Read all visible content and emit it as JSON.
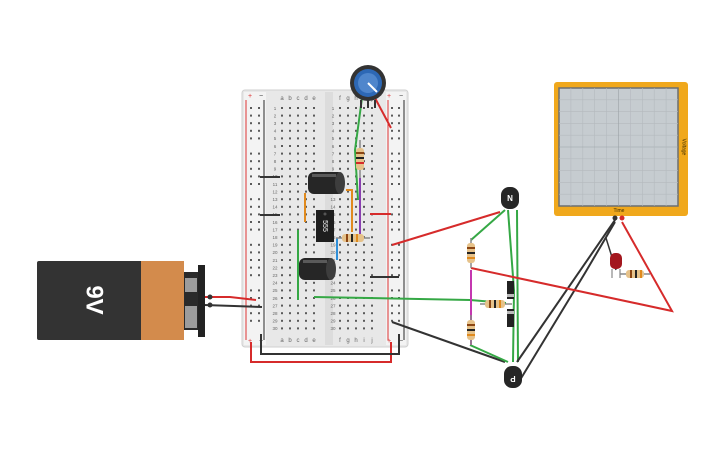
{
  "battery": {
    "label": "9V"
  },
  "breadboard": {
    "columns_left": [
      "a",
      "b",
      "c",
      "d",
      "e"
    ],
    "columns_right": [
      "f",
      "g",
      "h",
      "i",
      "j"
    ],
    "rows": 30,
    "rail_plus": "+",
    "rail_minus": "−"
  },
  "chip": {
    "label": "555"
  },
  "transistors": {
    "npn_label": "N",
    "pnp_label": "P"
  },
  "oscilloscope": {
    "x_label": "Time",
    "y_label": "Voltage"
  },
  "colors": {
    "wire_red": "#d62b2b",
    "wire_black": "#333333",
    "wire_green": "#35a845",
    "wire_orange": "#e08a1e",
    "wire_purple": "#8a3fb0",
    "wire_blue": "#2f8fd8",
    "scope_frame": "#f0a81c",
    "scope_screen": "#c6ccd0",
    "battery_body": "#333333",
    "battery_band": "#d38b4c",
    "pot_knob": "#2d68b5"
  }
}
